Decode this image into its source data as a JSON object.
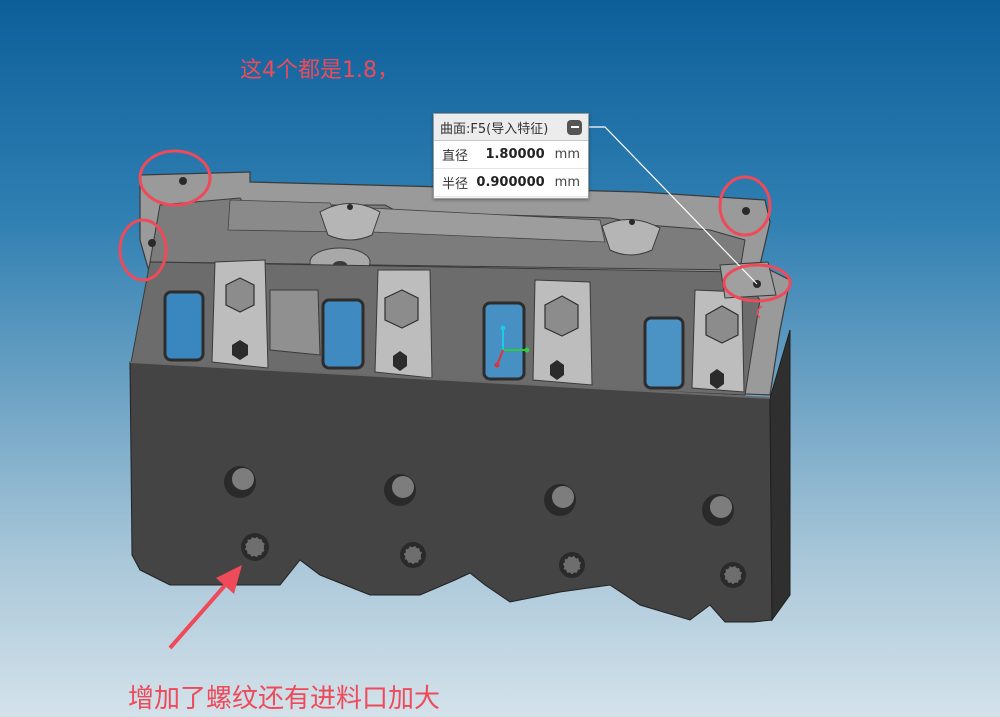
{
  "annotations": {
    "top_note": "这4个都是1.8，",
    "bottom_note": "增加了螺纹还有进料口加大",
    "color": "#ee4a5a"
  },
  "measure_panel": {
    "title": "曲面:F5(导入特征)",
    "collapse_icon": "minus-icon",
    "rows": [
      {
        "label": "直径",
        "value": "1.80000",
        "unit": "mm"
      },
      {
        "label": "半径",
        "value": "0.900000",
        "unit": "mm"
      }
    ]
  },
  "viewport": {
    "background_top": "#0d5f9a",
    "background_bottom": "#d4e2ea",
    "model_color": "#4a4a4a",
    "axis_colors": {
      "x": "#e0303a",
      "y": "#2ecc40",
      "z": "#22c6e8"
    }
  }
}
